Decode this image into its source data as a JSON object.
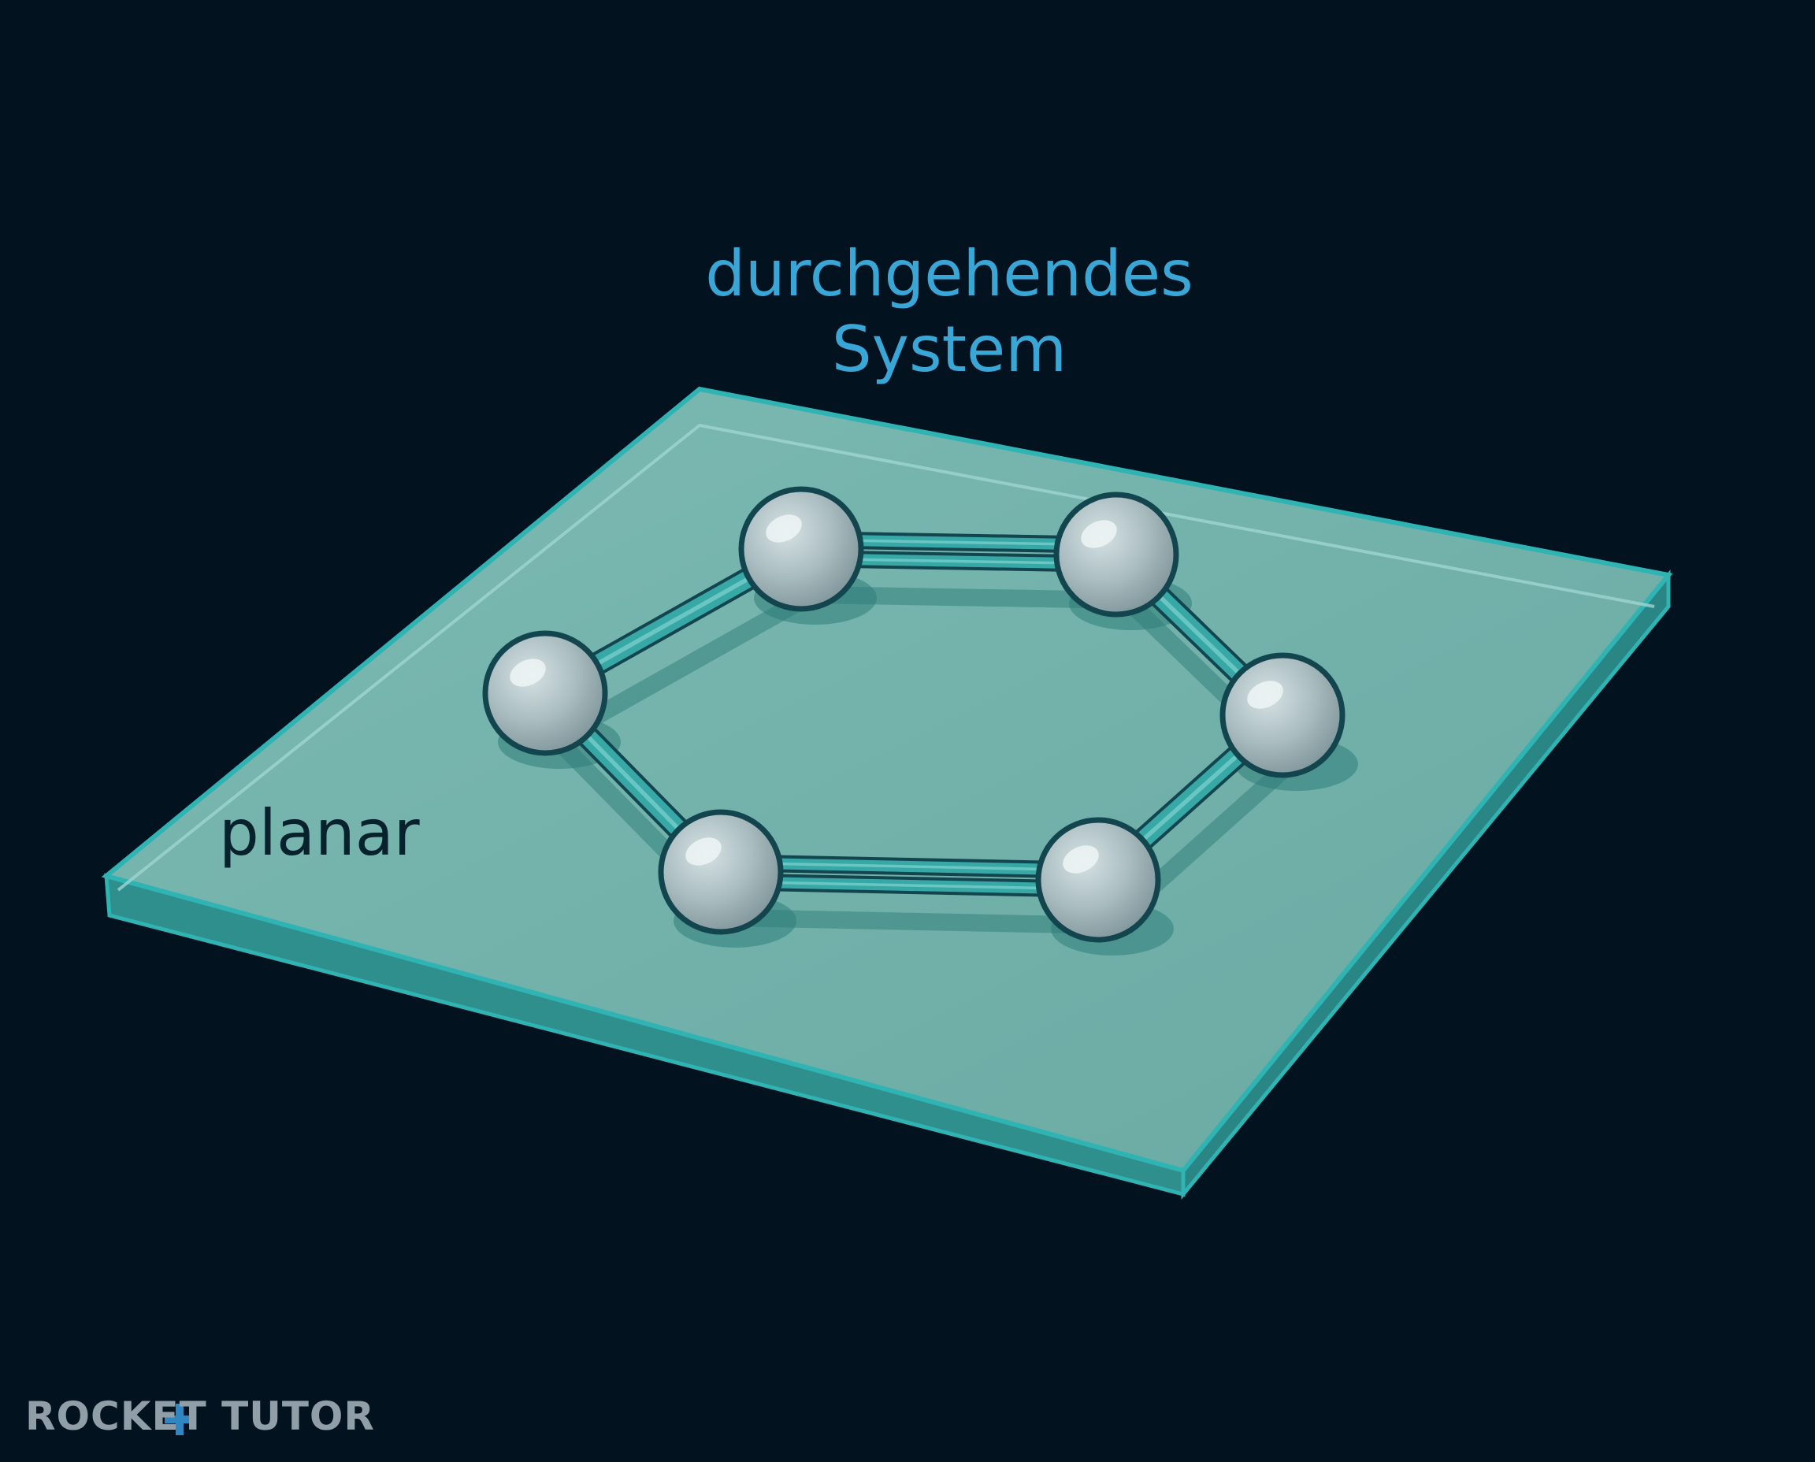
{
  "labels": {
    "system_line1": "durchgehendes",
    "system_line2": "System",
    "planar": "planar"
  },
  "logo": {
    "text": "ROCKET TUTOR"
  },
  "molecule": {
    "atom_count": 6,
    "bonds": [
      "double",
      "single",
      "single",
      "double",
      "single",
      "single"
    ]
  },
  "colors": {
    "background": "#02121e",
    "plane_fill": "#74b3ac",
    "plane_edge": "#2fb3b3",
    "bond": "#38a8a6",
    "atom": "#a9bcc0",
    "atom_outline": "#13454f",
    "label_system": "#3aa6d6",
    "label_planar": "#07222d"
  }
}
